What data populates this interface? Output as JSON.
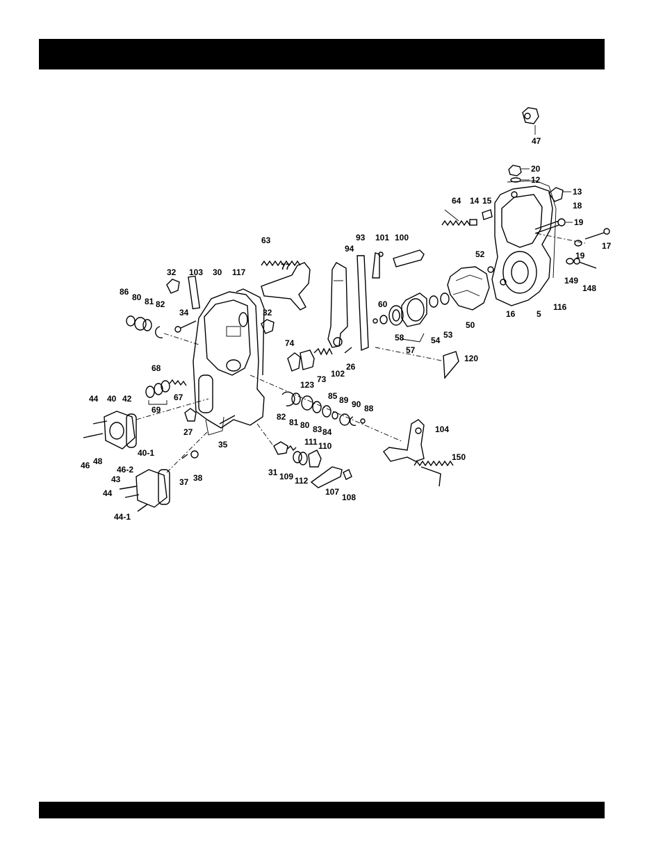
{
  "header_bar": {
    "color": "#000000"
  },
  "footer_bar": {
    "color": "#000000"
  },
  "diagram": {
    "labels": [
      "47",
      "20",
      "12",
      "13",
      "18",
      "19",
      "17",
      "19",
      "149",
      "148",
      "64",
      "14",
      "15",
      "116",
      "5",
      "16",
      "52",
      "53",
      "50",
      "54",
      "58",
      "57",
      "60",
      "101",
      "100",
      "93",
      "94",
      "120",
      "102",
      "26",
      "63",
      "77",
      "32",
      "103",
      "30",
      "117",
      "86",
      "80",
      "81",
      "82",
      "34",
      "32",
      "74",
      "73",
      "123",
      "68",
      "67",
      "69",
      "44",
      "40",
      "42",
      "27",
      "35",
      "82",
      "81",
      "80",
      "83",
      "84",
      "85",
      "89",
      "90",
      "88",
      "104",
      "150",
      "46",
      "48",
      "43",
      "46-2",
      "40-1",
      "44",
      "44-1",
      "37",
      "38",
      "31",
      "109",
      "112",
      "111",
      "110",
      "107",
      "108"
    ]
  }
}
